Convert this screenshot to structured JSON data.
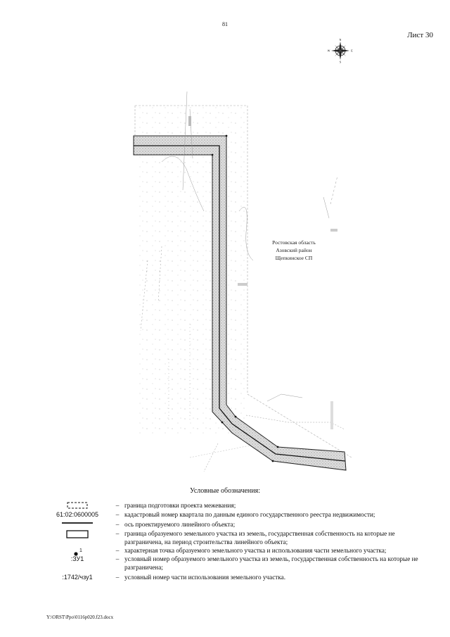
{
  "header": {
    "page_number": "81",
    "sheet_label": "Лист 30"
  },
  "compass": {
    "north": "N",
    "south": "S",
    "west": "W",
    "east": "E"
  },
  "map": {
    "region_lines": [
      "Ростовская область",
      "Азовский район",
      "Щепкинское СП"
    ],
    "hatch_color": "#c9c9c9",
    "line_color": "#222222"
  },
  "legend": {
    "title": "Условные обозначения:",
    "items": [
      {
        "symbol_text": "",
        "symbol_type": "dashed-rect",
        "description": "граница подготовки проекта межевания;"
      },
      {
        "symbol_text": "61:02:0600005",
        "symbol_type": "text",
        "description": "кадастровый номер квартала по данным единого государственного реестра недвижимости;"
      },
      {
        "symbol_text": "",
        "symbol_type": "thick-line",
        "description": "ось проектируемого линейного объекта;"
      },
      {
        "symbol_text": "",
        "symbol_type": "solid-rect",
        "description": "граница образуемого земельного участка из земель, государственная собственность на которые не разграничена, на период строительства линейного объекта;"
      },
      {
        "symbol_text": "1",
        "symbol_type": "point",
        "description": "характерная точка образуемого земельного участка и использования части земельного участка;"
      },
      {
        "symbol_text": ":ЗУ1",
        "symbol_type": "text",
        "description": "условный номер образуемого земельного участка из земель, государственная собственность на которые не разграничена;"
      },
      {
        "symbol_text": ":1742/чзу1",
        "symbol_type": "text",
        "description": "условный номер части использования земельного участка."
      }
    ],
    "dash": "–"
  },
  "footer": {
    "file_path": "Y:\\ORST\\Ppo\\0116p020.f23.docx"
  }
}
